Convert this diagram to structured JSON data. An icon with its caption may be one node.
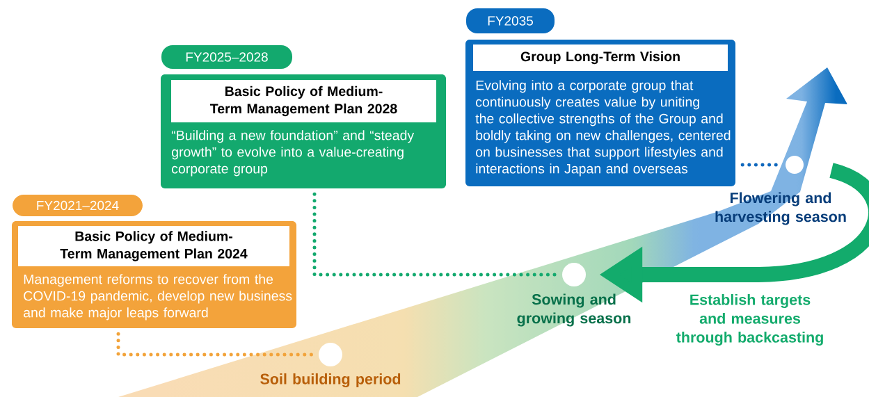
{
  "diagram": {
    "nodes": [
      {
        "text": [
          "FY2021–2024"
        ]
      },
      {
        "text": [
          "Basic Policy of Medium-Term Management Plan 2024",
          "Management reforms to recover from the COVID-19 pandemic, develop new business and make major leaps forward"
        ]
      },
      {
        "text": [
          "FY2025–2028"
        ]
      },
      {
        "text": [
          "Basic Policy of Medium-Term Management Plan 2028",
          "“Building a new foundation” and “steady growth” to evolve into a value-creating corporate group"
        ]
      },
      {
        "text": [
          "FY2035"
        ]
      },
      {
        "text": [
          "Group Long-Term Vision",
          "Evolving into a corporate group that continuously creates value by uniting the collective strengths of the Group and boldly taking on new challenges, centered on businesses that support lifestyles and interactions in Japan and overseas"
        ]
      },
      {
        "text": [],
        "shape": "circle",
        "beside": [
          "Soil building period"
        ]
      },
      {
        "text": [],
        "shape": "circle",
        "beside": [
          "Sowing and growing season"
        ]
      },
      {
        "text": [],
        "shape": "circle"
      }
    ],
    "labels": [
      "Flowering and harvesting season"
    ],
    "edges": [
      {
        "from": 1,
        "to": 6,
        "arrow": "none",
        "style": "dashed",
        "color": "#f2a33a"
      },
      {
        "from": 3,
        "to": 7,
        "arrow": "none",
        "style": "dashed",
        "color": "#13a96e"
      },
      {
        "from": 5,
        "to": 8,
        "arrow": "none",
        "style": "dashed",
        "color": "#1068bd"
      },
      {
        "from": null,
        "to": 7,
        "arrow": "to",
        "style": "thick",
        "color": "#13ab6c",
        "label": "Establish targets and measures through backcasting"
      }
    ]
  }
}
